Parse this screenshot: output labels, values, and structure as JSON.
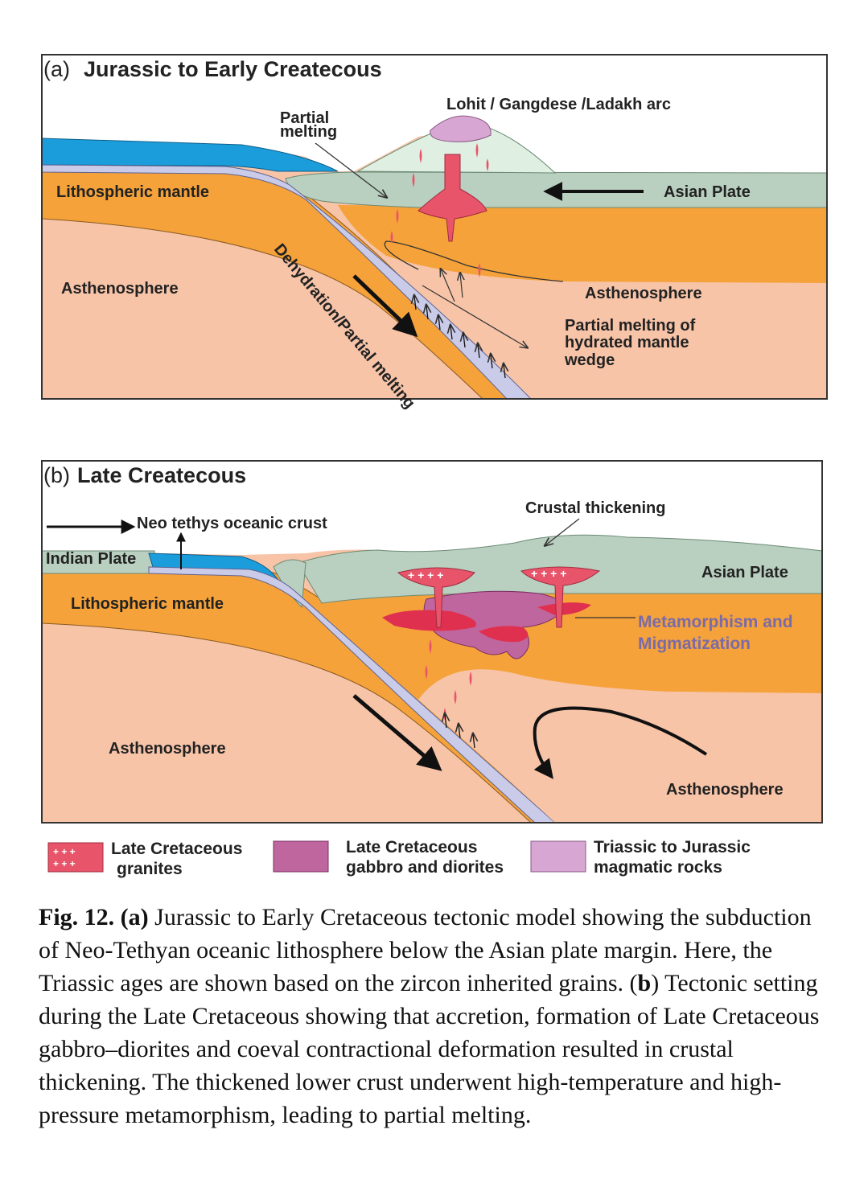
{
  "panel_a": {
    "title_tag": "(a)",
    "title": "Jurassic to Early Createcous",
    "labels": {
      "lithospheric_mantle": "Lithospheric mantle",
      "asthenosphere_left": "Asthenosphere",
      "partial_melting_1": "Partial",
      "partial_melting_2": "melting",
      "arc": "Lohit / Gangdese /Ladakh arc",
      "asian_plate": "Asian Plate",
      "asthenosphere_right": "Asthenosphere",
      "wedge_1": "Partial melting of",
      "wedge_2": "hydrated mantle",
      "wedge_3": "wedge",
      "slab": "Dehydration/Partial melting"
    }
  },
  "panel_b": {
    "title_tag": "(b)",
    "title": "Late Createcous",
    "labels": {
      "neo_tethys": "Neo tethys oceanic crust",
      "indian_plate": "Indian Plate",
      "lithospheric_mantle": "Lithospheric mantle",
      "crustal_thickening": "Crustal thickening",
      "asian_plate": "Asian Plate",
      "meta_1": "Metamorphism and",
      "meta_2": "Migmatization",
      "asthenosphere_left": "Asthenosphere",
      "asthenosphere_right": "Asthenosphere"
    }
  },
  "legend": [
    {
      "line1": "Late Cretaceous",
      "line2": "granites",
      "color": "#e8556b"
    },
    {
      "line1": "Late Cretaceous",
      "line2": "gabbro and diorites",
      "color": "#c0669e"
    },
    {
      "line1": "Triassic to Jurassic",
      "line2": "magmatic rocks",
      "color": "#d7a6d2"
    }
  ],
  "caption": {
    "label": "Fig. 12.",
    "a_open": "(",
    "a_letter": "a",
    "a_close": ")",
    "a_text": " Jurassic to Early Cretaceous tectonic model showing the subduction of Neo-Tethyan oceanic lithosphere below the Asian plate margin. Here, the Triassic ages are shown based on the zircon inherited grains.  ",
    "b_open": "(",
    "b_letter": "b",
    "b_close": ")",
    "b_text": " Tectonic setting during the Late Cretaceous showing that accretion, formation of Late Cretaceous gabbro–diorites and coeval contractional deformation resulted in crustal thickening. The thickened lower crust underwent high-temperature and high-pressure metamorphism, leading to partial melting."
  },
  "colors": {
    "asthenosphere": "#f7c4a8",
    "lithosphere": "#f5a23a",
    "crust": "#b9cfbf",
    "ocean": "#1b9ddc",
    "slab": "#c9cbe8",
    "granite": "#e8556b",
    "gabbro": "#c0669e",
    "triassic": "#d7a6d2"
  }
}
